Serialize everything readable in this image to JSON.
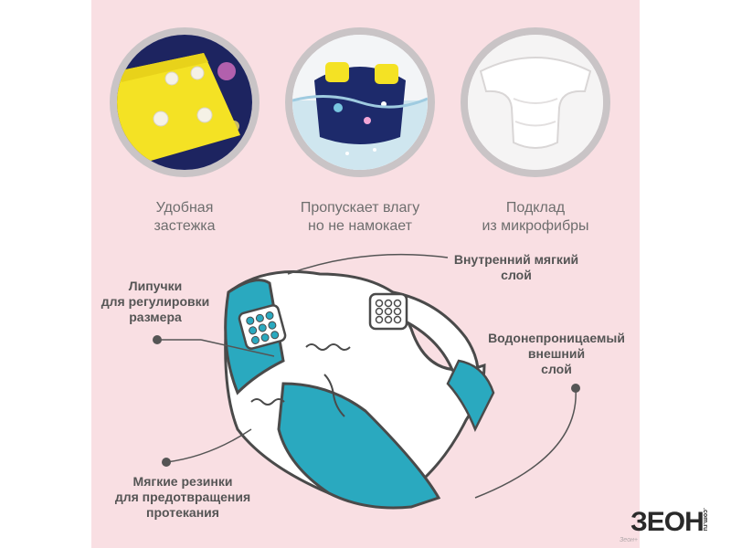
{
  "features": [
    {
      "caption_line1": "Удобная",
      "caption_line2": "застежка"
    },
    {
      "caption_line1": "Пропускает влагу",
      "caption_line2": "но не намокает"
    },
    {
      "caption_line1": "Подклад",
      "caption_line2": "из микрофибры"
    }
  ],
  "callouts": {
    "inner_layer": {
      "line1": "Внутренний мягкий",
      "line2": "слой"
    },
    "velcro": {
      "line1": "Липучки",
      "line2": "для регулировки",
      "line3": "размера"
    },
    "outer_layer": {
      "line1": "Водонепроницаемый",
      "line2": "внешний",
      "line3": "слой"
    },
    "elastics": {
      "line1": "Мягкие резинки",
      "line2": "для предотвращения",
      "line3": "протекания"
    }
  },
  "brand": {
    "logo": "ЗЕОН",
    "logo_suffix": ".com.ru",
    "watermark": "Зеон+"
  },
  "colors": {
    "background": "#f9dfe3",
    "accent_teal": "#2aa9bf",
    "circle_border": "#c9c4c6",
    "text_gray": "#555555"
  }
}
